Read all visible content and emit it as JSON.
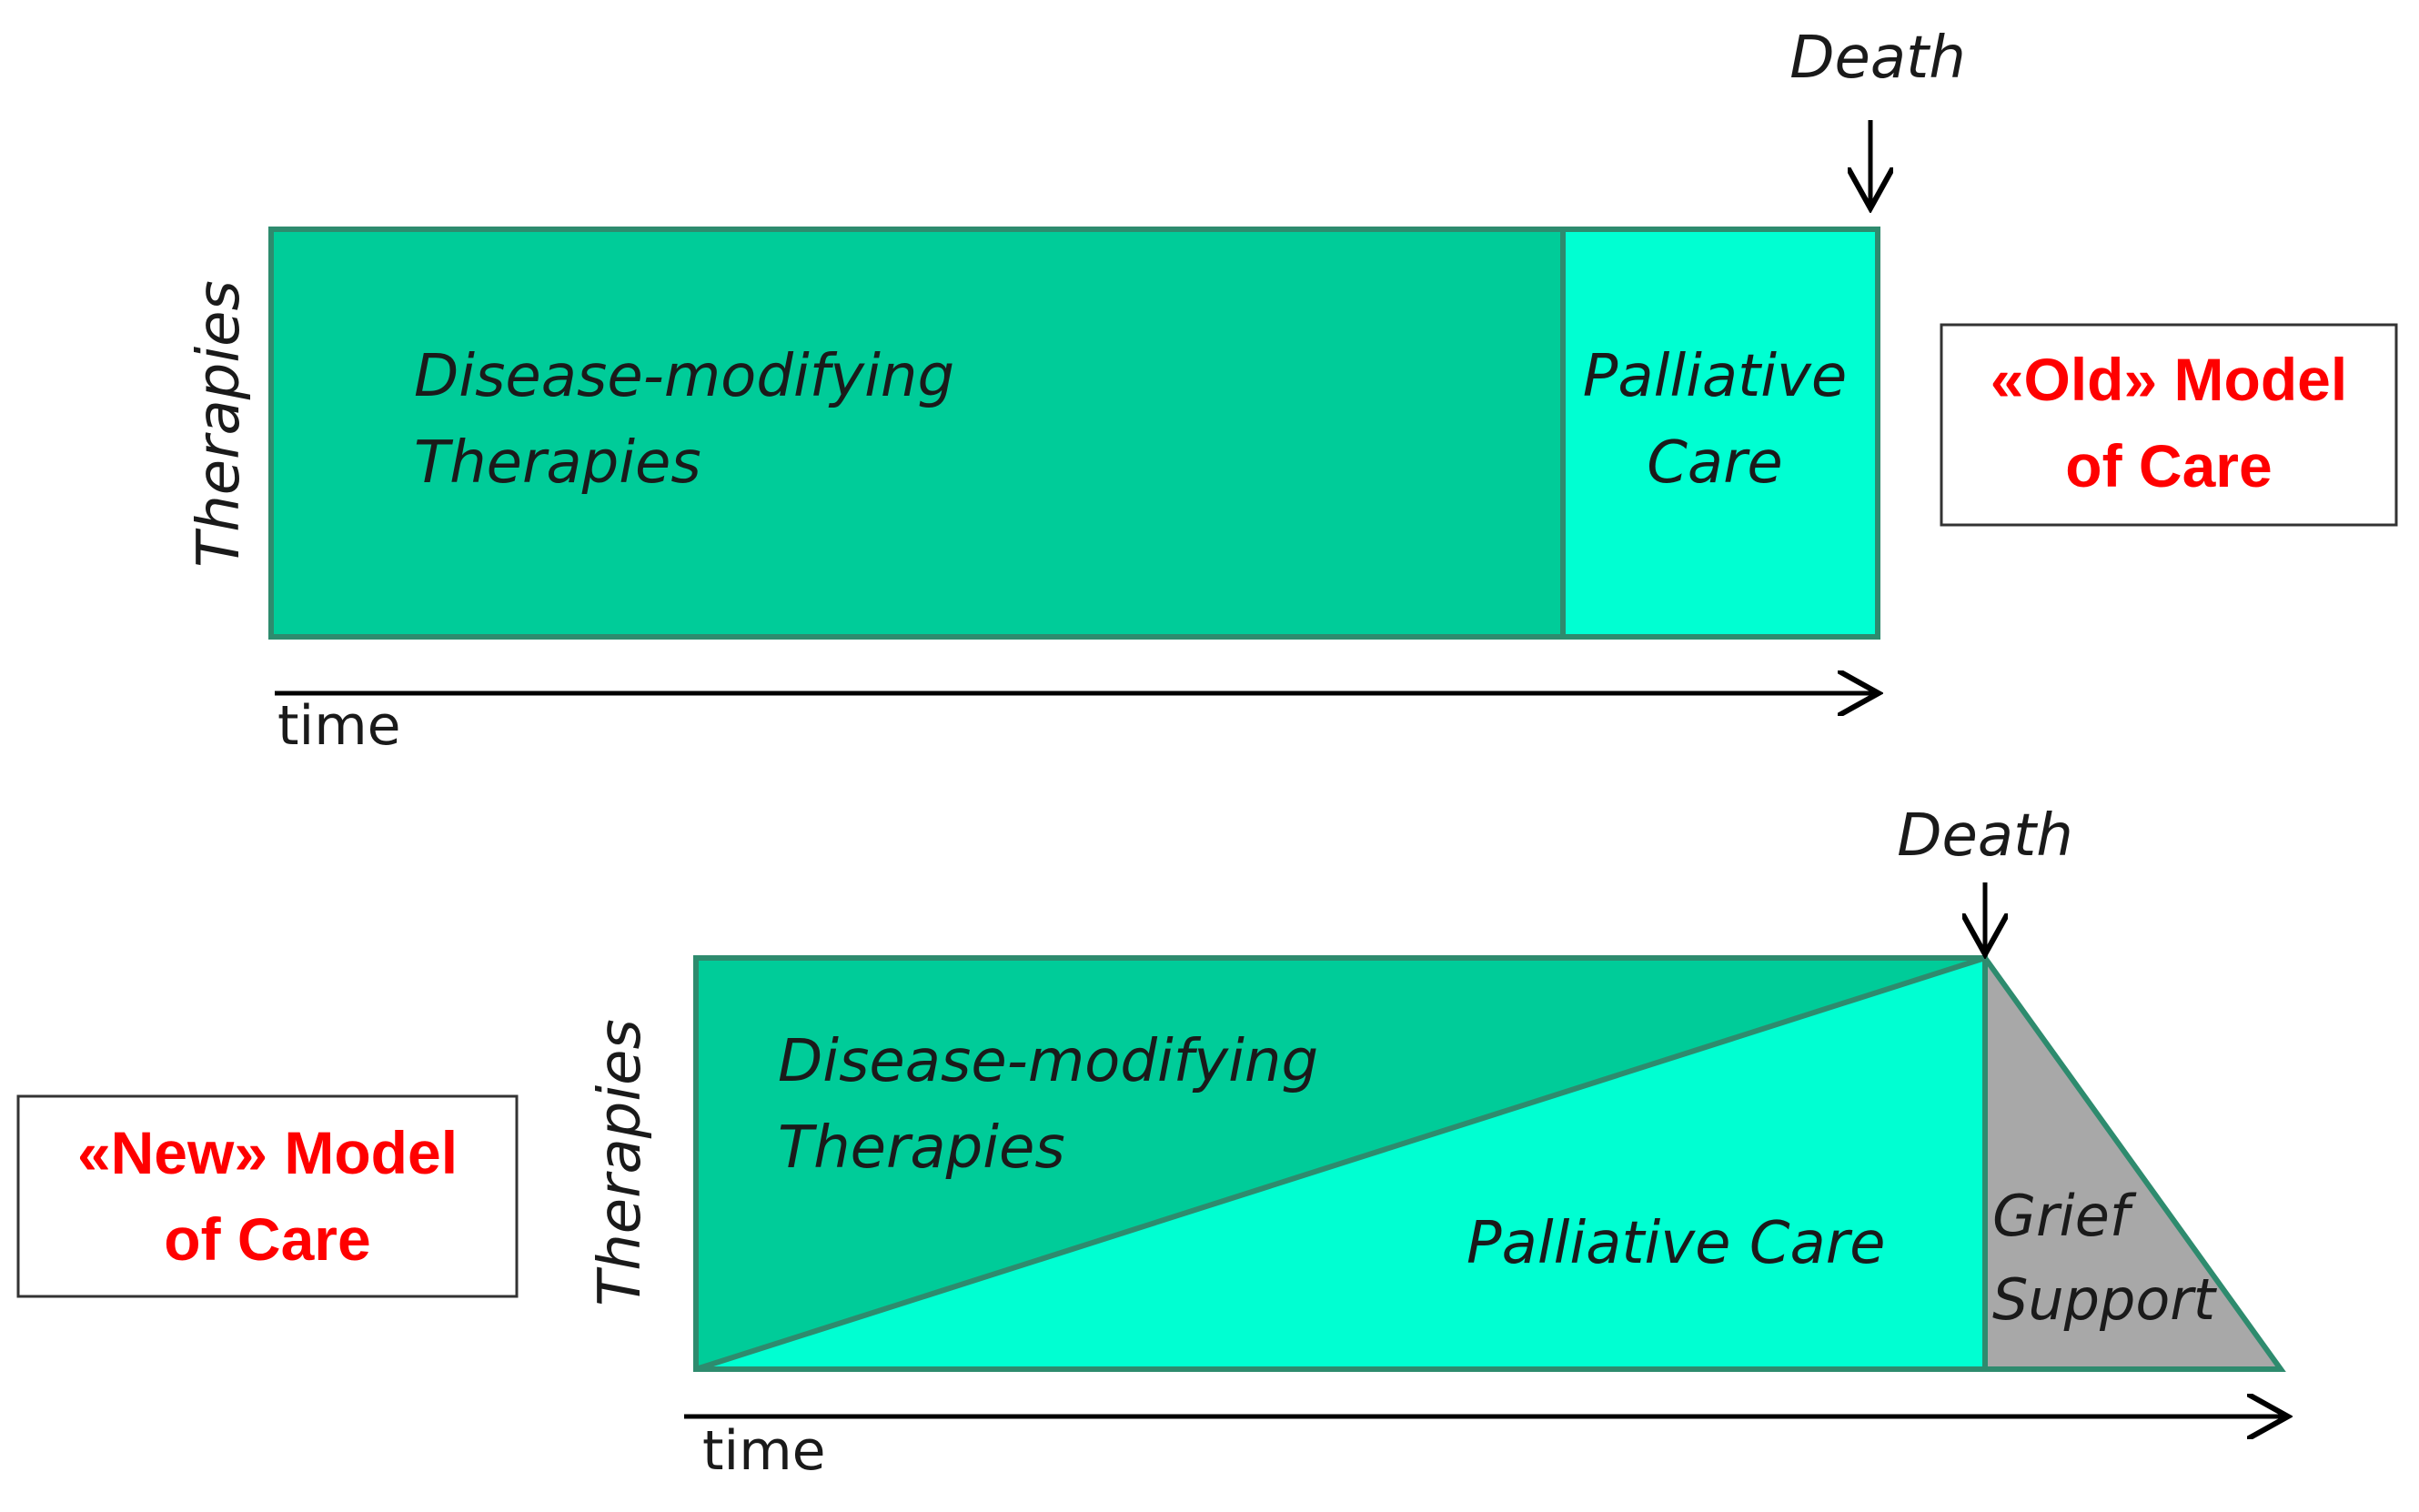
{
  "colors": {
    "disease_fill": "#00CC99",
    "palliative_fill": "#00FFD2",
    "grief_fill": "#A8A8A8",
    "border": "#2E8B6E",
    "model_text": "#FF0000"
  },
  "old_model": {
    "axis_y_label": "Therapies",
    "axis_x_label": "time",
    "death_label": "Death",
    "disease_line1": "Disease-modifying",
    "disease_line2": "Therapies",
    "palliative_line1": "Palliative",
    "palliative_line2": "Care",
    "model_line1": "«Old» Model",
    "model_line2": "of Care"
  },
  "new_model": {
    "axis_y_label": "Therapies",
    "axis_x_label": "time",
    "death_label": "Death",
    "disease_line1": "Disease-modifying",
    "disease_line2": "Therapies",
    "palliative_label": "Palliative Care",
    "grief_line1": "Grief",
    "grief_line2": "Support",
    "model_line1": "«New» Model",
    "model_line2": "of Care"
  }
}
